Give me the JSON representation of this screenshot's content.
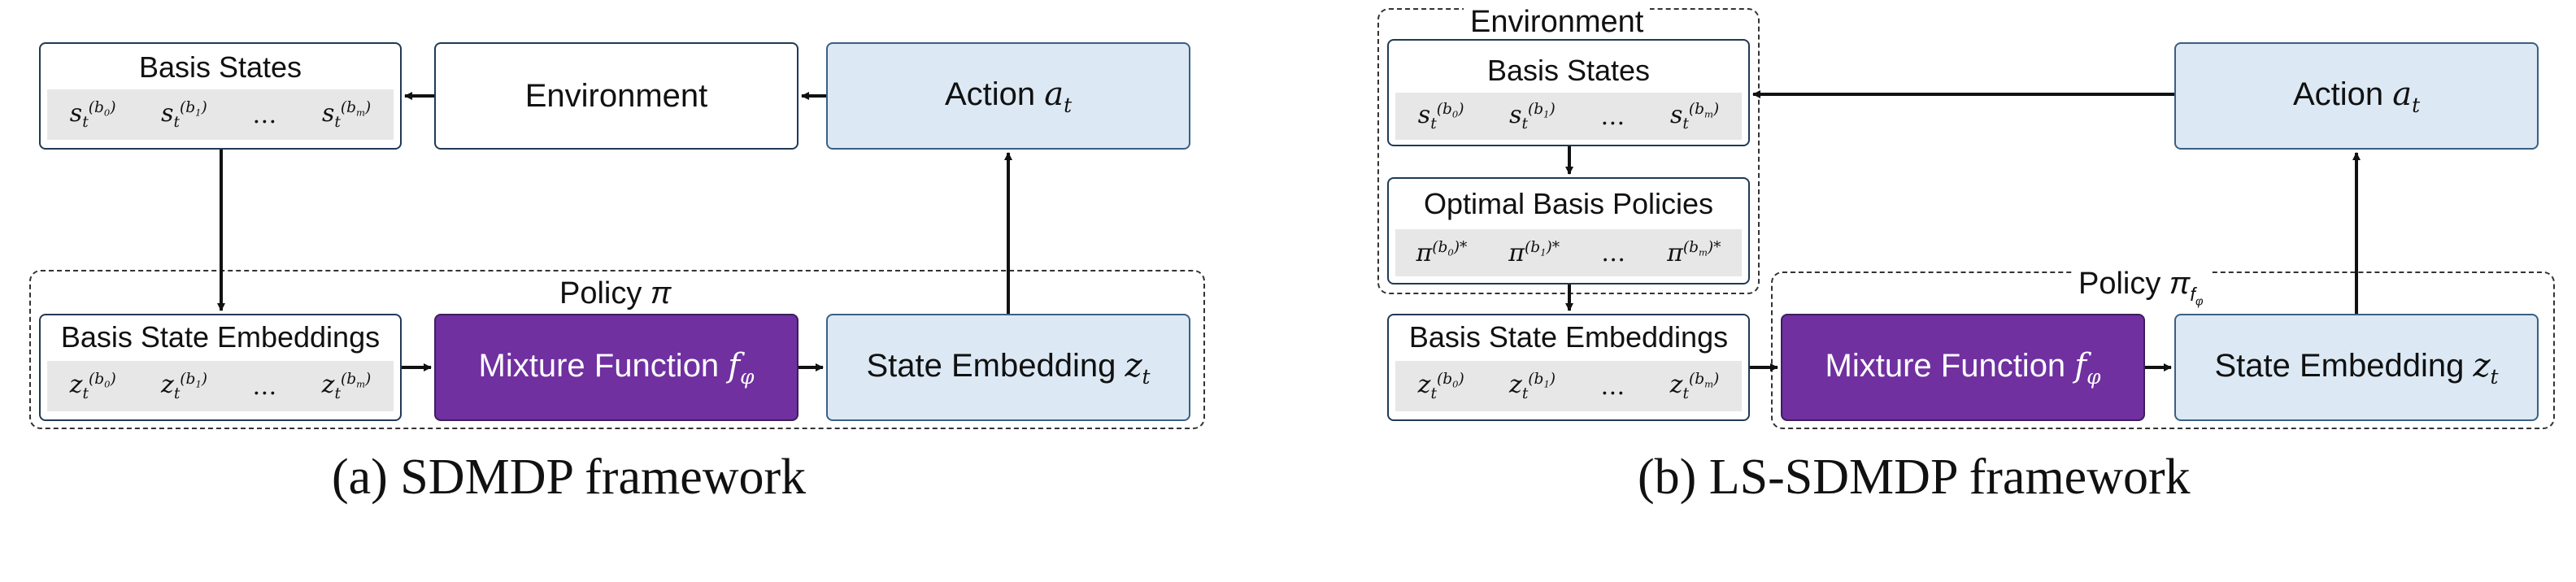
{
  "a": {
    "basis_states": {
      "title": "Basis States",
      "items": [
        "s_t^(b0)",
        "s_t^(b1)",
        "…",
        "s_t^(bm)"
      ]
    },
    "environment": "Environment",
    "action": "Action a_t",
    "policy_label": "Policy π",
    "basis_embeddings": {
      "title": "Basis State Embeddings",
      "items": [
        "z_t^(b0)",
        "z_t^(b1)",
        "…",
        "z_t^(bm)"
      ]
    },
    "mixture": "Mixture Function f_φ",
    "state_embedding": "State Embedding z_t",
    "caption": "(a) SDMDP framework"
  },
  "b": {
    "environment_label": "Environment",
    "basis_states": {
      "title": "Basis States",
      "items": [
        "s_t^(b0)",
        "s_t^(b1)",
        "…",
        "s_t^(bm)"
      ]
    },
    "optimal_policies": {
      "title": "Optimal Basis Policies",
      "items": [
        "π^(b0)*",
        "π^(b1)*",
        "…",
        "π^(bm)*"
      ]
    },
    "basis_embeddings": {
      "title": "Basis State Embeddings",
      "items": [
        "z_t^(b0)",
        "z_t^(b1)",
        "…",
        "z_t^(bm)"
      ]
    },
    "action": "Action a_t",
    "policy_label": "Policy π_fφ",
    "mixture": "Mixture Function f_φ",
    "state_embedding": "State Embedding z_t",
    "caption": "(b) LS-SDMDP framework"
  }
}
